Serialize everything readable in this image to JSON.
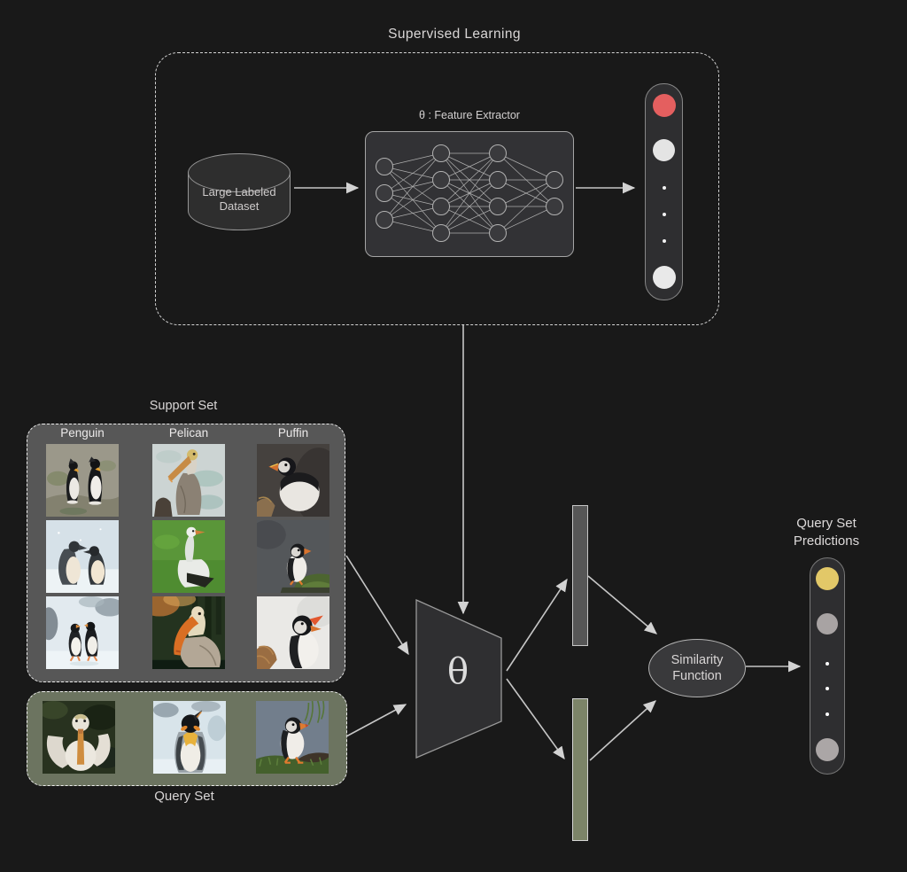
{
  "colors": {
    "background": "#191919",
    "arrow": "#c6c6c6",
    "support_panel": "#575757",
    "query_panel": "#6c7460",
    "bar_gray": "#565656",
    "bar_green": "#7c8468",
    "embedding_red": "#e45f5f",
    "prediction_yellow": "#e2c868",
    "prediction_gray": "#a8a3a3"
  },
  "supervised": {
    "title": "Supervised Learning",
    "dataset": {
      "line1": "Large Labeled",
      "line2": "Dataset"
    },
    "extractor_label": "θ : Feature Extractor",
    "network_layers": [
      3,
      4,
      4,
      2
    ],
    "embedding_vector": {
      "circles": [
        {
          "kind": "big",
          "color": "#e45f5f"
        },
        {
          "kind": "big",
          "color": "#e4e4e4"
        },
        {
          "kind": "dot",
          "color": "#f2f2f2"
        },
        {
          "kind": "dot",
          "color": "#f2f2f2"
        },
        {
          "kind": "dot",
          "color": "#f2f2f2"
        },
        {
          "kind": "big",
          "color": "#e9e9e9"
        }
      ]
    }
  },
  "support_set": {
    "title": "Support Set",
    "columns": [
      {
        "label": "Penguin",
        "photos": [
          "Two king penguins on rocky ground",
          "Two penguins huddling together on snow",
          "Two gentoo penguins walking on ice"
        ]
      },
      {
        "label": "Pelican",
        "photos": [
          "Brown pelican beside pale water",
          "White stork standing on green grass",
          "Pelican with bright orange bill by dark forest"
        ]
      },
      {
        "label": "Puffin",
        "photos": [
          "Horned puffin perched on dark rock",
          "Atlantic puffin standing on mossy cliff",
          "Puffin calling with open orange bill"
        ]
      }
    ]
  },
  "query_set": {
    "title": "Query Set",
    "photos": [
      "White pelican on dark water",
      "King penguin against snowy background",
      "Puffin standing on grassy mound"
    ]
  },
  "encoder": {
    "symbol": "θ"
  },
  "similarity": {
    "line1": "Similarity",
    "line2": "Function"
  },
  "predictions": {
    "title_line1": "Query Set",
    "title_line2": "Predictions",
    "circles": [
      {
        "kind": "big",
        "color": "#e2c868"
      },
      {
        "kind": "big",
        "color": "#a8a3a3"
      },
      {
        "kind": "dot",
        "color": "#ffffff"
      },
      {
        "kind": "dot",
        "color": "#ffffff"
      },
      {
        "kind": "dot",
        "color": "#ffffff"
      },
      {
        "kind": "big",
        "color": "#aba6a6"
      }
    ]
  }
}
